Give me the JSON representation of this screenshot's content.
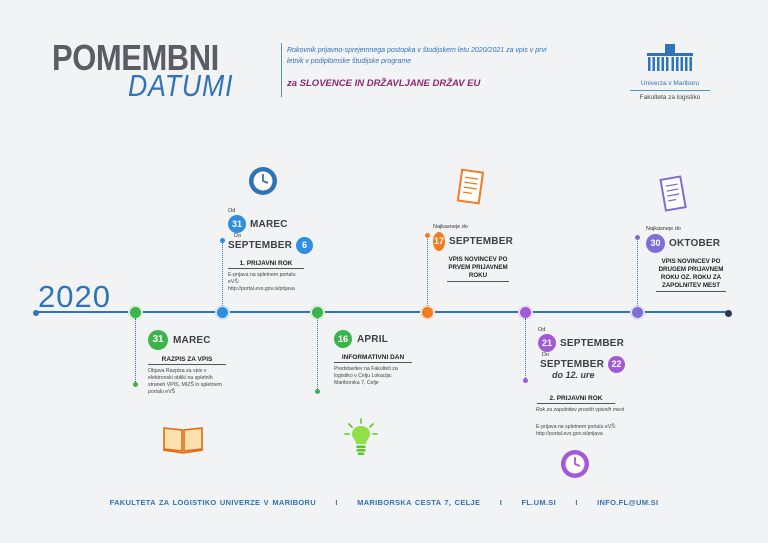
{
  "header": {
    "title_line1": "POMEMBNI",
    "title_line2": "DATUMI",
    "subtitle": "Rokovnik prijavno-sprejemnega postopka v študijskem letu 2020/2021 za vpis v prvi letnik v podiplomske študijske programe",
    "audience": "za SLOVENCE IN DRŽAVLJANE DRŽAV EU"
  },
  "university": {
    "name": "Univerza v Mariboru",
    "faculty": "Fakulteta za logistiko"
  },
  "timeline": {
    "year": "2020"
  },
  "events": {
    "razpis": {
      "day": "31",
      "month": "MAREC",
      "title": "RAZPIS ZA VPIS",
      "text": "Objava Razpisa za vpis v elektronski obliki na spletnih straneh VPIS, MIZŠ in spletnem portalu eVŠ"
    },
    "prvi_rok": {
      "from": "Od",
      "day_from": "31",
      "month_from": "MAREC",
      "to": "Do",
      "month_to": "SEPTEMBER",
      "day_to": "6",
      "title": "1. PRIJAVNI ROK",
      "text": "E-prijava na spletnem portalu eVŠ: http://portal.evs.gov.si/prijava"
    },
    "informativni": {
      "day": "16",
      "month": "APRIL",
      "title": "INFORMATIVNI DAN",
      "text": "Predstavitev na Fakulteti za logistiko v Celju Lokacija: Mariborska 7, Celje"
    },
    "vpis_prvi": {
      "label": "Najkasneje do",
      "day": "17",
      "month": "SEPTEMBER",
      "title": "VPIS NOVINCEV PO PRVEM PRIJAVNEM ROKU"
    },
    "drugi_rok": {
      "from": "Od",
      "day_from": "21",
      "month_from": "SEPTEMBER",
      "to": "Do",
      "month_to": "SEPTEMBER",
      "day_to": "22",
      "time": "do 12. ure",
      "title": "2. PRIJAVNI ROK",
      "note": "Rok za zapolnitev prostih vpisnih mest",
      "text": "E-prijava na spletnem portalu eVŠ: http://portal.evs.gov.si/prijava"
    },
    "vpis_drugi": {
      "label": "Najkasneje do",
      "day": "30",
      "month": "OKTOBER",
      "title": "VPIS NOVINCEV PO DRUGEM PRIJAVNEM ROKU OZ. ROKU ZA ZAPOLNITEV MEST"
    }
  },
  "footer": {
    "faculty": "FAKULTETA ZA LOGISTIKO UNIVERZE V MARIBORU",
    "address": "MARIBORSKA CESTA 7, CELJE",
    "web": "FL.UM.SI",
    "email": "INFO.FL@UM.SI",
    "separator": "I"
  },
  "colors": {
    "blue": "#2f73b8",
    "green": "#3cb44b",
    "sky": "#2f8ee0",
    "orange": "#f47b20",
    "purple": "#a25ad6",
    "violet": "#7b6fd6"
  },
  "icons": {
    "razpis": "open-book-icon",
    "prvi_rok": "clock-icon",
    "informativni": "lightbulb-icon",
    "vpis_prvi": "document-icon",
    "drugi_rok": "clock-icon",
    "vpis_drugi": "document-icon"
  }
}
